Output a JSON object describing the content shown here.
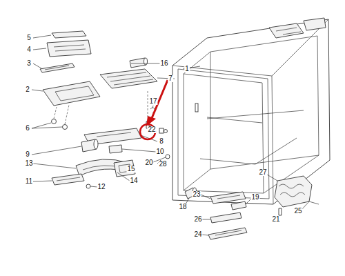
{
  "diagram": {
    "labels": [
      "5",
      "4",
      "3",
      "16",
      "1",
      "7",
      "2",
      "17",
      "22",
      "6",
      "8",
      "9",
      "10",
      "20",
      "28",
      "15",
      "13",
      "14",
      "11",
      "12",
      "27",
      "25",
      "18",
      "23",
      "19",
      "21",
      "26",
      "24"
    ]
  }
}
